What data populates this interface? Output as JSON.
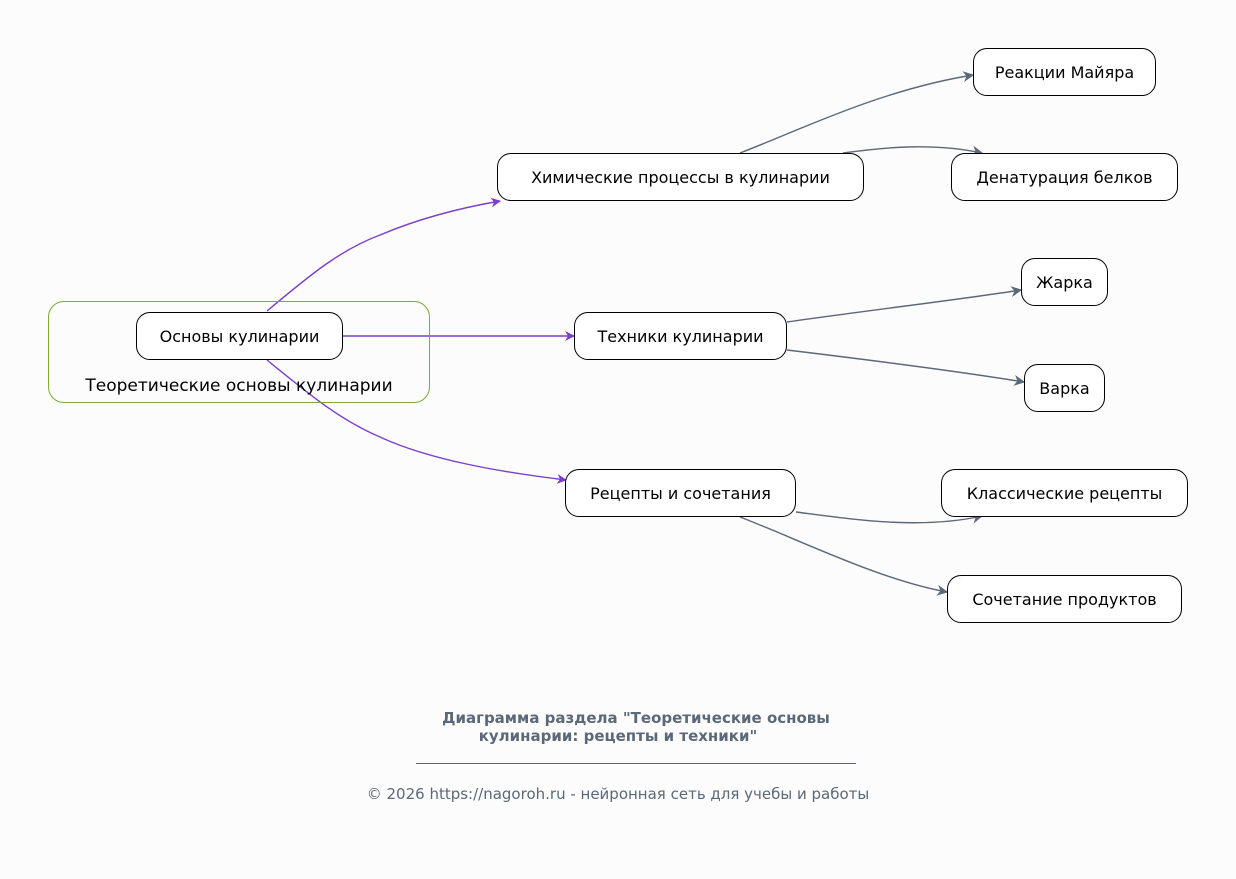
{
  "cluster": {
    "label": "Теоретические основы кулинарии"
  },
  "nodes": {
    "root": "Основы кулинарии",
    "chem": "Химические процессы в кулинарии",
    "tech": "Техники кулинарии",
    "recipes": "Рецепты и сочетания",
    "maillard": "Реакции Майяра",
    "denat": "Денатурация белков",
    "frying": "Жарка",
    "boiling": "Варка",
    "classic": "Классические рецепты",
    "combo": "Сочетание продуктов"
  },
  "colors": {
    "primary_edge": "#7b3fc9",
    "secondary_edge": "#5a6878",
    "cluster_border": "#7cab2e"
  },
  "caption": {
    "title_line1": "Диаграмма раздела \"Теоретические основы",
    "title_line2": "кулинарии: рецепты и техники\"",
    "copyright": "© 2026 https://nagoroh.ru - нейронная сеть для учебы и работы"
  }
}
